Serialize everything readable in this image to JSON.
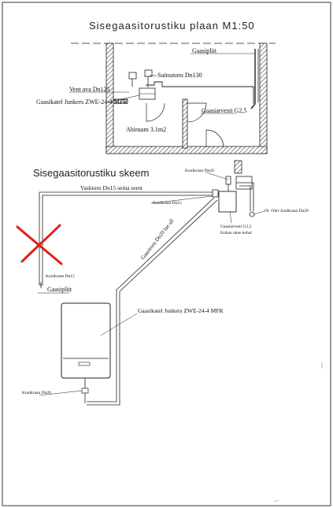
{
  "plan": {
    "title": "Sisegaasitorustiku plaan M1:50",
    "labels": {
      "gas_stove": "Gaasipliit",
      "flue_pipe": "Suitsutoru Dn130",
      "vent": "Vent ava Dn125",
      "boiler": "Gaasikatel Junkers ZWE-24-4 MFK",
      "gas_meter": "Gaasiarvesti G2,5",
      "room": "Abiruum 3.1m2"
    }
  },
  "scheme": {
    "title": "Sisegaasitorustiku skeem",
    "labels": {
      "ball_valve_top": "Kuulkraan Dn20",
      "copper_pipe": "Vasktoru Dn15 seina seest",
      "ball_valve_dn15_right": "Kuulkraan Dn15",
      "existing_valve": "Ol. Olev kuulkraan Dn20",
      "gas_meter": "Gaasiarvesti G2,5",
      "meter_location": "Esikus ukse kohal",
      "gas_pipe_diag": "Gaasitoru Dn20 lae all",
      "ball_valve_dn15_left": "Kuulkraan Dn15",
      "gas_stove": "Gaasipliit",
      "boiler": "Gaasikatel Junkers ZWE-24-4 MFK",
      "ball_valve_bottom": "Kuulkraan Dn20"
    }
  },
  "colors": {
    "cross": "#e01e1e",
    "line": "#1a1a1a",
    "paper": "#ffffff"
  }
}
